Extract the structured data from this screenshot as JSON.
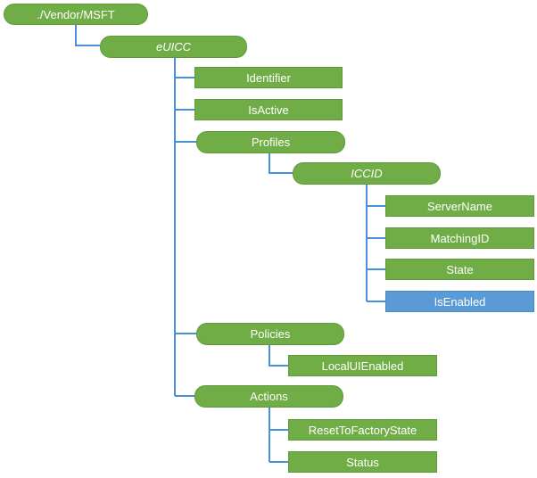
{
  "nodes": {
    "root": {
      "label": "./Vendor/MSFT"
    },
    "euicc": {
      "label": "eUICC"
    },
    "identifier": {
      "label": "Identifier"
    },
    "isactive": {
      "label": "IsActive"
    },
    "profiles": {
      "label": "Profiles"
    },
    "iccid": {
      "label": "ICCID"
    },
    "servername": {
      "label": "ServerName"
    },
    "matchingid": {
      "label": "MatchingID"
    },
    "state": {
      "label": "State"
    },
    "isenabled": {
      "label": "IsEnabled"
    },
    "policies": {
      "label": "Policies"
    },
    "localuienabled": {
      "label": "LocalUIEnabled"
    },
    "actions": {
      "label": "Actions"
    },
    "resettofactorystate": {
      "label": "ResetToFactoryState"
    },
    "status": {
      "label": "Status"
    }
  },
  "colors": {
    "node_fill": "#70ad47",
    "highlight_fill": "#5b9bd5",
    "connector": "#4a90d9",
    "text": "#ffffff"
  }
}
